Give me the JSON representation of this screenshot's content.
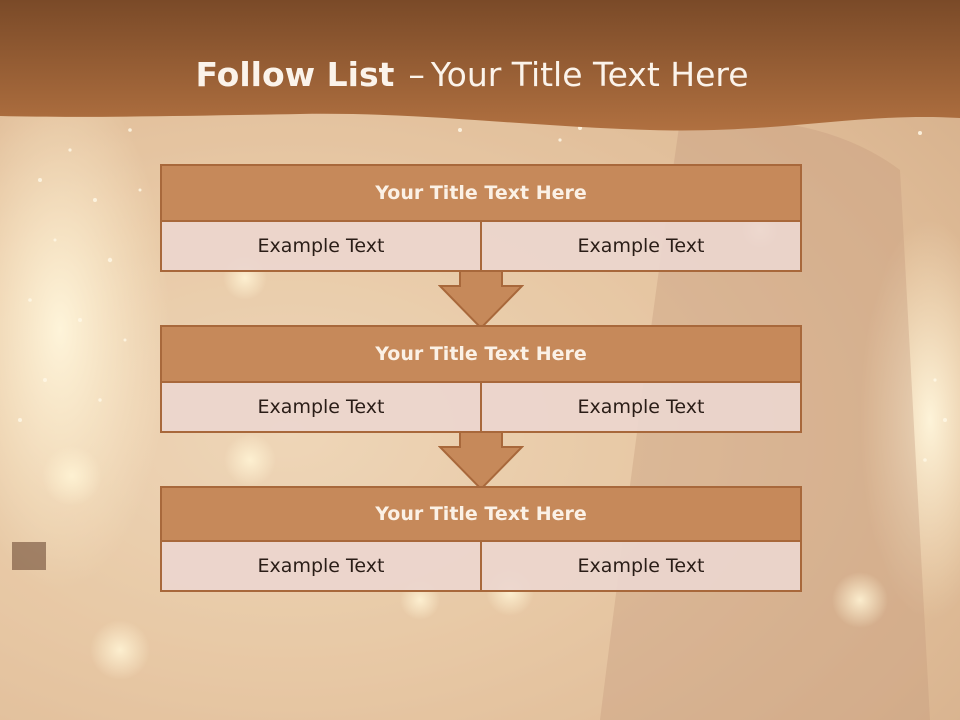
{
  "slide": {
    "title_bold": "Follow List",
    "title_separator": "–",
    "title_rest": "Your Title Text Here"
  },
  "steps": [
    {
      "title": "Your Title Text Here",
      "cells": [
        "Example Text",
        "Example Text"
      ]
    },
    {
      "title": "Your Title Text Here",
      "cells": [
        "Example Text",
        "Example Text"
      ]
    },
    {
      "title": "Your Title Text Here",
      "cells": [
        "Example Text",
        "Example Text"
      ]
    }
  ],
  "colors": {
    "header_band": "#8b5530",
    "step_title_fill": "#c6895a",
    "step_border": "#a8683b",
    "cell_fill": "#ecd6ce",
    "arrow_fill": "#c6895a"
  }
}
